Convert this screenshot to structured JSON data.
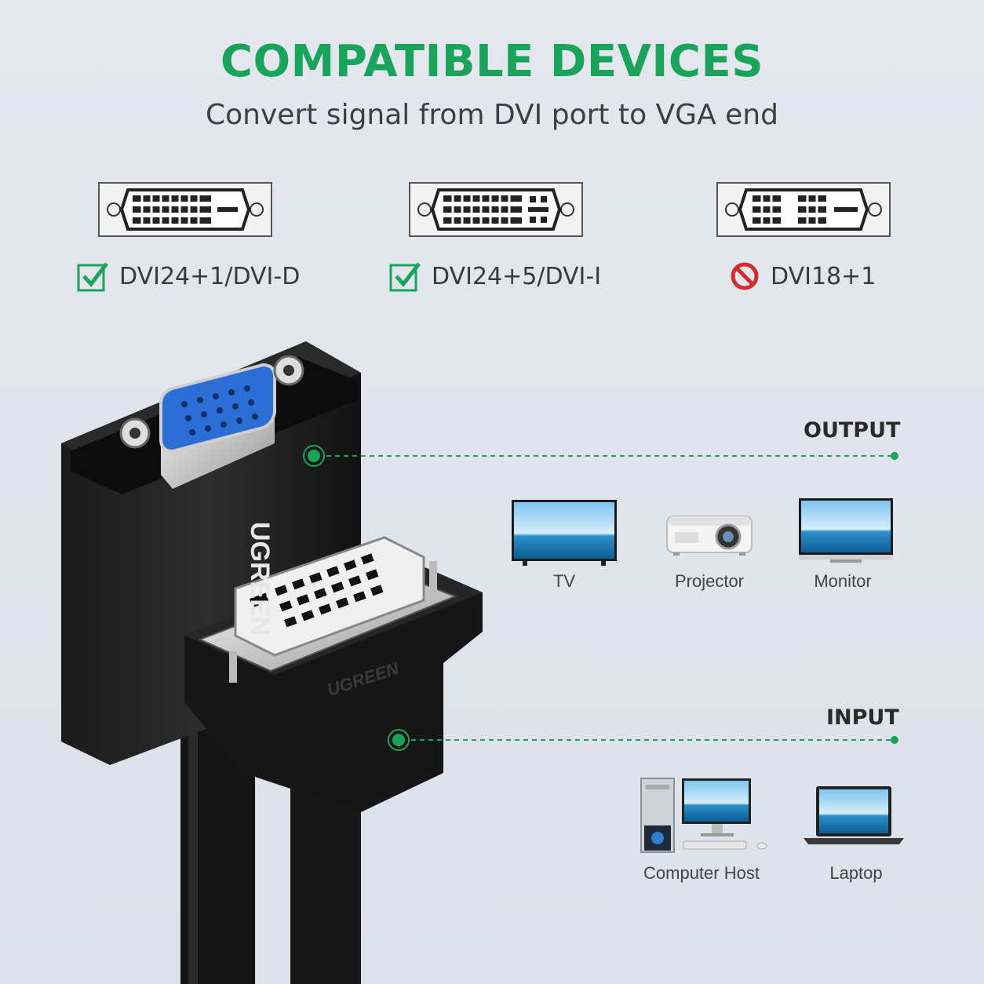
{
  "header": {
    "title": "COMPATIBLE DEVICES",
    "subtitle": "Convert signal from DVI port to VGA end"
  },
  "compatibility": [
    {
      "label": "DVI24+1/DVI-D",
      "status": "supported",
      "icon": "checkmark-icon"
    },
    {
      "label": "DVI24+5/DVI-I",
      "status": "supported",
      "icon": "checkmark-icon"
    },
    {
      "label": "DVI18+1",
      "status": "not-supported",
      "icon": "prohibited-icon"
    }
  ],
  "output": {
    "label": "OUTPUT",
    "devices": [
      "TV",
      "Projector",
      "Monitor"
    ]
  },
  "input": {
    "label": "INPUT",
    "devices": [
      "Computer Host",
      "Laptop"
    ]
  },
  "product": {
    "brand": "UGREEN"
  },
  "colors": {
    "accent_green": "#1aa35a",
    "prohibited_red": "#d62b2b",
    "vga_blue": "#2b6fd6"
  }
}
